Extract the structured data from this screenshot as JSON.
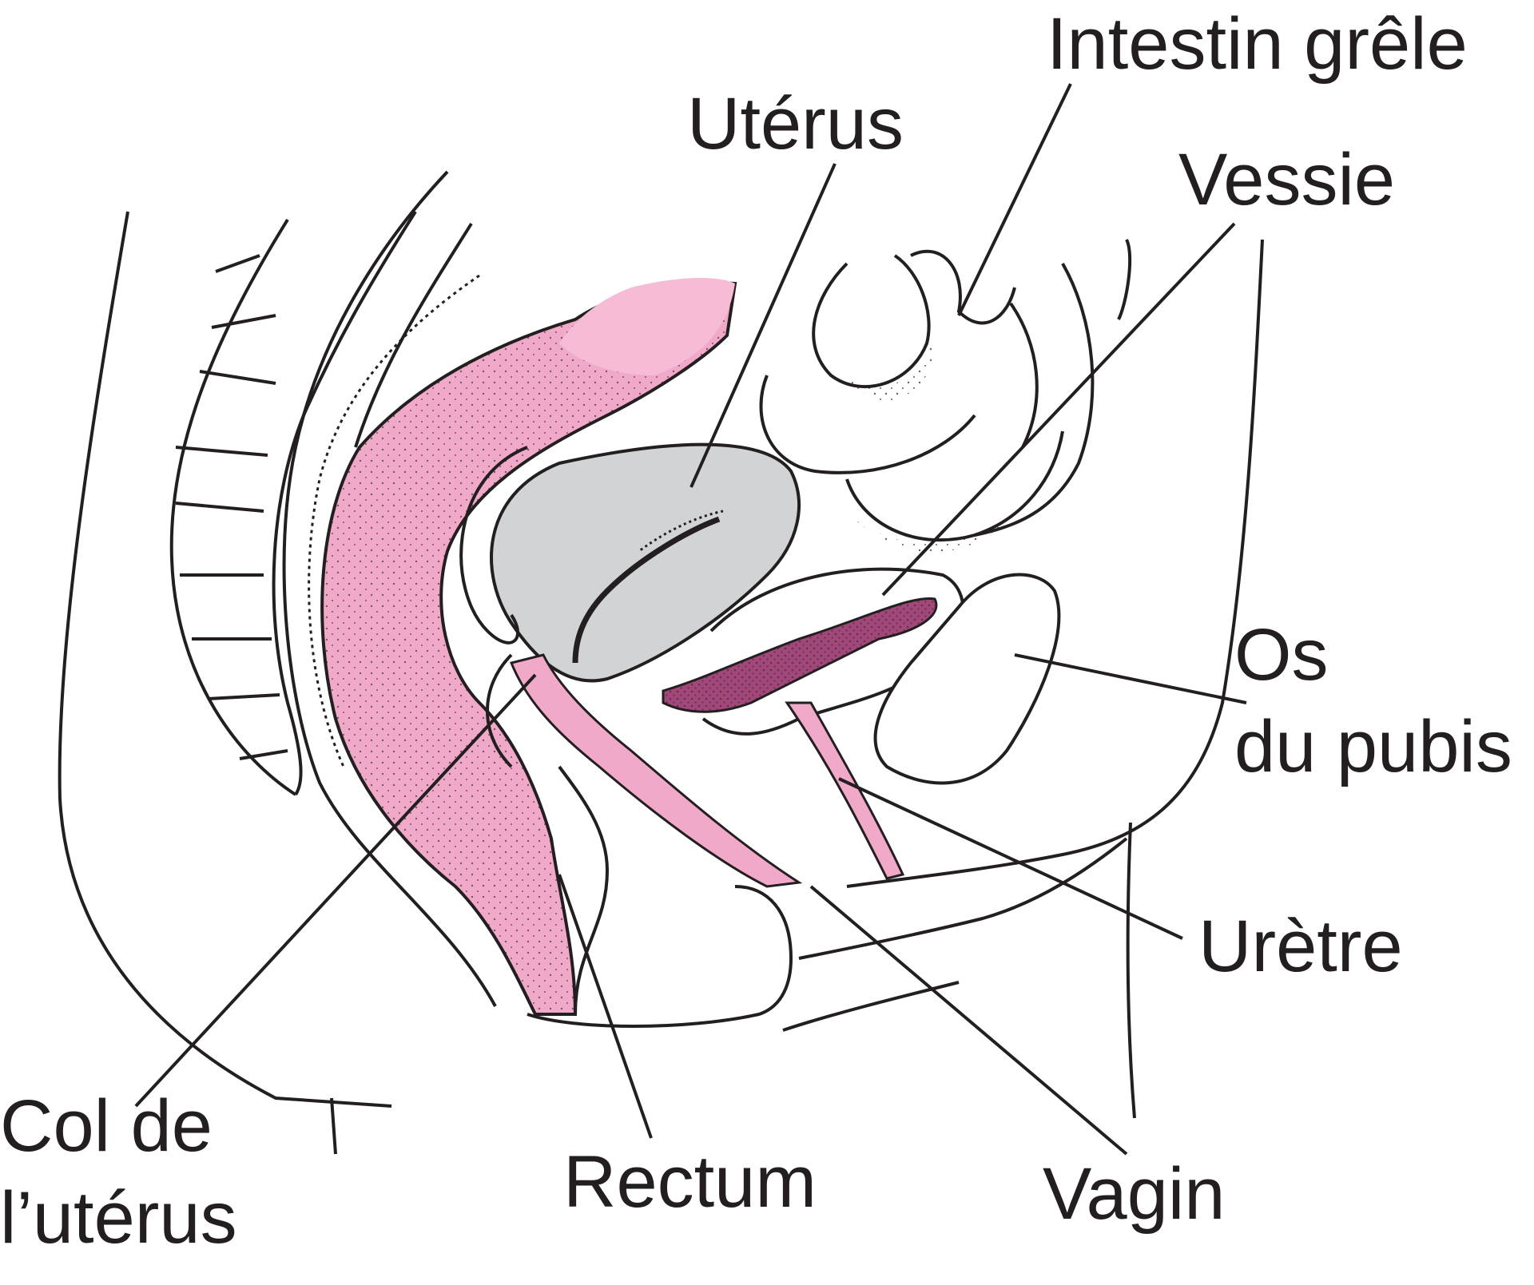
{
  "labels": {
    "intestin_grele": "Intestin grêle",
    "uterus": "Utérus",
    "vessie": "Vessie",
    "os_pubis_line1": "Os",
    "os_pubis_line2": "du pubis",
    "uretre": "Urètre",
    "vagin": "Vagin",
    "rectum": "Rectum",
    "col_uterus_line1": "Col de",
    "col_uterus_line2": "l’utérus"
  },
  "colors": {
    "ink": "#231f20",
    "rectum_pink": "#f0a9c9",
    "light_pink": "#f6bcd6",
    "uterus_gray": "#d2d3d5",
    "dark_pink": "#a2477a",
    "background": "#ffffff"
  }
}
